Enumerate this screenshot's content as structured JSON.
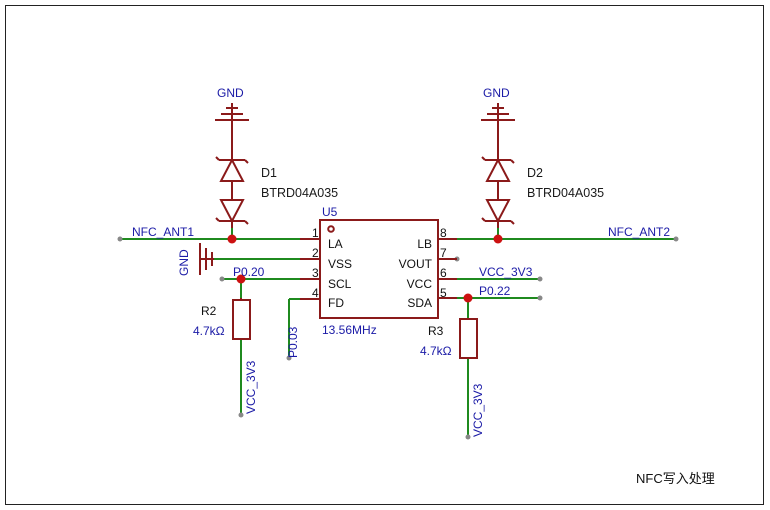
{
  "sheet_title": "NFC写入处理",
  "power": {
    "gnd_left": "GND",
    "gnd_right": "GND",
    "gnd_vertical": "GND"
  },
  "diodes": [
    {
      "ref": "D1",
      "value": "BTRD04A035"
    },
    {
      "ref": "D2",
      "value": "BTRD04A035"
    }
  ],
  "ic": {
    "ref": "U5",
    "freq": "13.56MHz",
    "pins_left": [
      {
        "num": "1",
        "name": "LA"
      },
      {
        "num": "2",
        "name": "VSS"
      },
      {
        "num": "3",
        "name": "SCL"
      },
      {
        "num": "4",
        "name": "FD"
      }
    ],
    "pins_right": [
      {
        "num": "8",
        "name": "LB"
      },
      {
        "num": "7",
        "name": "VOUT"
      },
      {
        "num": "6",
        "name": "VCC"
      },
      {
        "num": "5",
        "name": "SDA"
      }
    ]
  },
  "resistors": [
    {
      "ref": "R2",
      "value": "4.7kΩ"
    },
    {
      "ref": "R3",
      "value": "4.7kΩ"
    }
  ],
  "nets": {
    "ant1": "NFC_ANT1",
    "ant2": "NFC_ANT2",
    "p020": "P0.20",
    "p022": "P0.22",
    "p003": "P0.03",
    "vcc_right": "VCC_3V3",
    "vcc_r2": "VCC_3V3",
    "vcc_r3": "VCC_3V3"
  }
}
